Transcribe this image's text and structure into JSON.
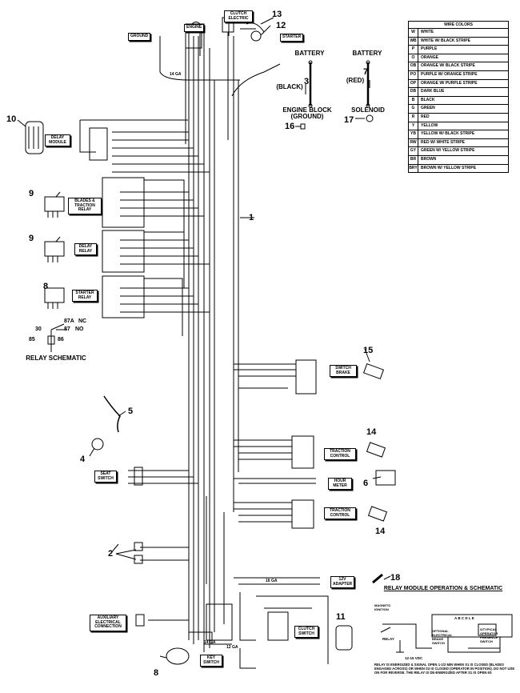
{
  "callouts": [
    "1",
    "2",
    "3",
    "4",
    "5",
    "6",
    "7",
    "8",
    "9",
    "9",
    "10",
    "11",
    "12",
    "13",
    "14",
    "14",
    "15",
    "16",
    "17",
    "18",
    "8"
  ],
  "components": {
    "ground": "GROUND",
    "engine": "ENGINE",
    "clutch_electric": "CLUTCH ELECTRIC",
    "starter": "STARTER",
    "delay_module": "DELAY MODULE",
    "blades_traction_relay": "BLADES & TRACTION RELAY",
    "delay_relay": "DELAY RELAY",
    "starter_relay": "STARTER RELAY",
    "switch_brake": "SWITCH BRAKE",
    "seat_switch": "SEAT SWITCH",
    "traction_control_1": "TRACTION CONTROL",
    "hour_meter": "HOUR METER",
    "traction_control_2": "TRACTION CONTROL",
    "adapter_12v": "12V ADAPTER",
    "auxiliary_connector": "AUXILIARY ELECTRICAL CONNECTION",
    "clutch_switch": "CLUTCH SWITCH",
    "key_switch": "KEY SWITCH"
  },
  "loose_parts": {
    "battery_black": "BATTERY",
    "battery_black_note": "(BLACK)",
    "battery_red": "BATTERY",
    "battery_red_note": "(RED)",
    "engine_block": "ENGINE BLOCK",
    "engine_block_note": "(GROUND)",
    "solenoid": "SOLENOID"
  },
  "relay_schematic": {
    "title": "RELAY SCHEMATIC",
    "p87a": "87A",
    "nc": "NC",
    "p87": "87",
    "no": "NO",
    "p30": "30",
    "p85": "85",
    "p86": "86"
  },
  "wire_colors": {
    "title": "WIRE COLORS",
    "rows": [
      {
        "code": "W",
        "name": "WHITE"
      },
      {
        "code": "WB",
        "name": "WHITE W/ BLACK STRIPE"
      },
      {
        "code": "P",
        "name": "PURPLE"
      },
      {
        "code": "O",
        "name": "ORANGE"
      },
      {
        "code": "OB",
        "name": "ORANGE W/ BLACK STRIPE"
      },
      {
        "code": "PO",
        "name": "PURPLE W/ ORANGE STRIPE"
      },
      {
        "code": "OP",
        "name": "ORANGE W/ PURPLE STRIPE"
      },
      {
        "code": "DB",
        "name": "DARK BLUE"
      },
      {
        "code": "B",
        "name": "BLACK"
      },
      {
        "code": "G",
        "name": "GREEN"
      },
      {
        "code": "R",
        "name": "RED"
      },
      {
        "code": "Y",
        "name": "YELLOW"
      },
      {
        "code": "YB",
        "name": "YELLOW W/ BLACK STRIPE"
      },
      {
        "code": "RW",
        "name": "RED W/ WHITE STRIPE"
      },
      {
        "code": "GY",
        "name": "GREEN W/ YELLOW STRIPE"
      },
      {
        "code": "BR",
        "name": "BROWN"
      },
      {
        "code": "BRY",
        "name": "BROWN W/ YELLOW STRIPE"
      }
    ]
  },
  "relay_module": {
    "title": "RELAY MODULE OPERATION & SCHEMATIC",
    "magneto": "MAGNETO IGNITION",
    "relay": "RELAY",
    "optional": "OPTIONAL ELECTRICAL BRAKE SWITCH",
    "typical": "S/TYPICAL OPERATOR PRESENCE SWITCH",
    "vdc": "12-15 VDC",
    "pins": "A B C D L E",
    "note": "RELAY IS ENERGIZED & SIGNAL OPEN 1-1/2 MIN WHEN S1 IS CLOSED (BLADES ENGAGED ACROSS) OR WHEN S3 IS CLOSED (OPERATOR IN POSITION). DO NOT USE ON FOR REVERSE. THE RELAY IS DE-ENERGIZED AFTER S1 IS OPEN 6S"
  },
  "wire_gauges": {
    "g14": "14 GA",
    "g16": "16 GA",
    "g12": "12 GA"
  }
}
